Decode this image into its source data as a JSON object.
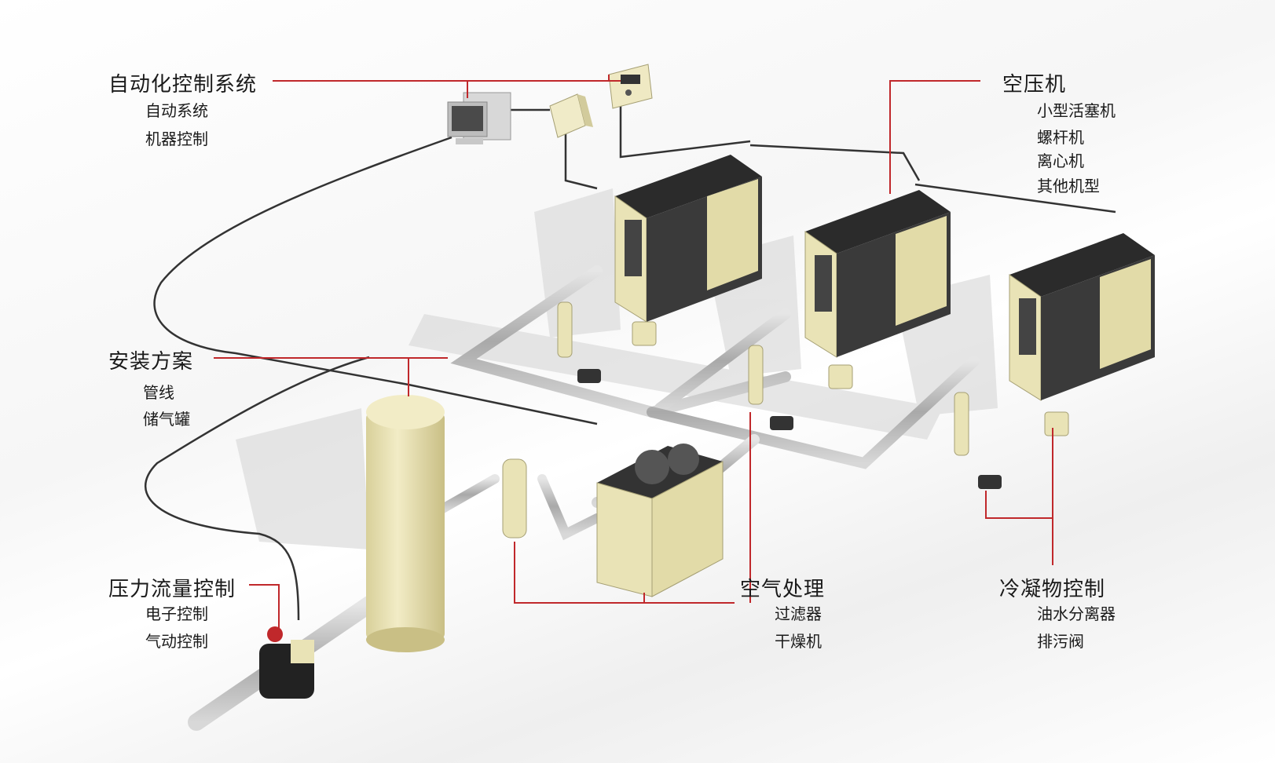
{
  "colors": {
    "leader": "#c0282b",
    "machine_cream": "#e9e3b6",
    "machine_dark": "#3a3a3a",
    "pipe": "#b9b9b9",
    "cable": "#333333"
  },
  "groups": {
    "automation": {
      "title": "自动化控制系统",
      "items": [
        "自动系统",
        "机器控制"
      ]
    },
    "compressors": {
      "title": "空压机",
      "items": [
        "小型活塞机",
        "螺杆机",
        "离心机",
        "其他机型"
      ]
    },
    "installation": {
      "title": "安装方案",
      "items": [
        "管线",
        "储气罐"
      ]
    },
    "flow_control": {
      "title": "压力流量控制",
      "items": [
        "电子控制",
        "气动控制"
      ]
    },
    "air_treatment": {
      "title": "空气处理",
      "items": [
        "过滤器",
        "干燥机"
      ]
    },
    "condensate": {
      "title": "冷凝物控制",
      "items": [
        "油水分离器",
        "排污阀"
      ]
    }
  }
}
